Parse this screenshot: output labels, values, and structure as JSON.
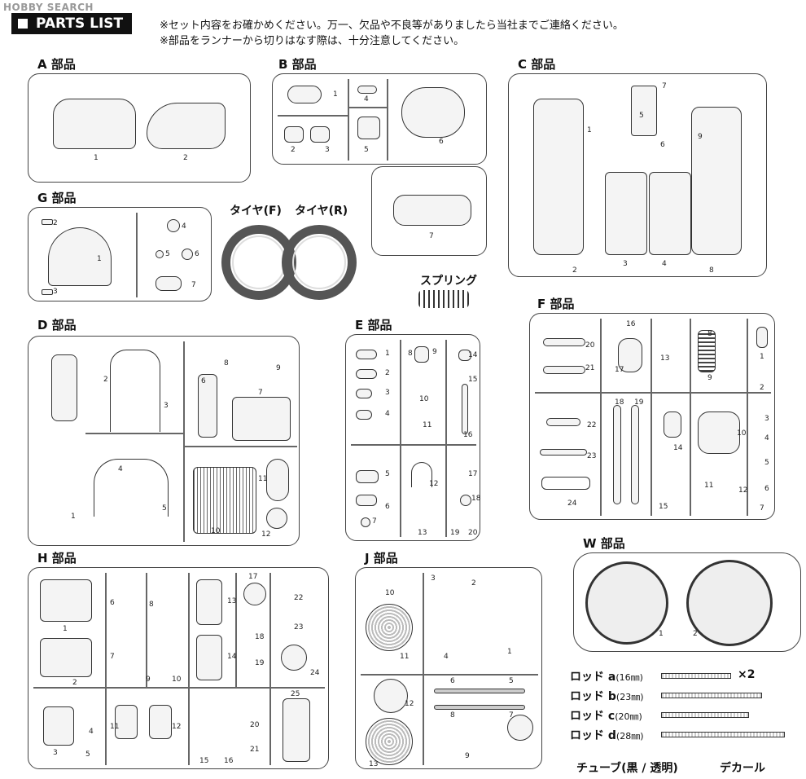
{
  "watermark": "HOBBY SEARCH",
  "title": "PARTS LIST",
  "notes": [
    "※セット内容をお確かめください。万一、欠品や不良等がありましたら当社までご連絡ください。",
    "※部品をランナーから切りはなす際は、十分注意してください。"
  ],
  "sections": {
    "A": {
      "label": "A 部品",
      "parts": [
        "1",
        "2"
      ]
    },
    "B": {
      "label": "B 部品",
      "parts": [
        "1",
        "2",
        "3",
        "4",
        "5",
        "6",
        "7"
      ]
    },
    "C": {
      "label": "C 部品",
      "parts": [
        "1",
        "2",
        "3",
        "4",
        "5",
        "6",
        "7",
        "8",
        "9"
      ]
    },
    "G": {
      "label": "G 部品",
      "parts": [
        "1",
        "2",
        "3",
        "4",
        "5",
        "6",
        "7"
      ]
    },
    "D": {
      "label": "D 部品",
      "parts": [
        "1",
        "2",
        "3",
        "4",
        "5",
        "6",
        "7",
        "8",
        "9",
        "10",
        "11",
        "12"
      ]
    },
    "E": {
      "label": "E 部品",
      "parts": [
        "1",
        "2",
        "3",
        "4",
        "5",
        "6",
        "7",
        "8",
        "9",
        "10",
        "11",
        "12",
        "13",
        "14",
        "15",
        "16",
        "17",
        "18",
        "19",
        "20"
      ]
    },
    "F": {
      "label": "F 部品",
      "parts": [
        "1",
        "2",
        "3",
        "4",
        "5",
        "6",
        "7",
        "8",
        "9",
        "10",
        "11",
        "12",
        "13",
        "14",
        "15",
        "16",
        "17",
        "18",
        "19",
        "20",
        "21",
        "22",
        "23",
        "24"
      ]
    },
    "H": {
      "label": "H 部品",
      "parts": [
        "1",
        "2",
        "3",
        "4",
        "5",
        "6",
        "7",
        "8",
        "9",
        "10",
        "11",
        "12",
        "13",
        "14",
        "15",
        "16",
        "17",
        "18",
        "19",
        "20",
        "21",
        "22",
        "23",
        "24",
        "25"
      ]
    },
    "J": {
      "label": "J 部品",
      "parts": [
        "1",
        "2",
        "3",
        "4",
        "5",
        "6",
        "7",
        "8",
        "9",
        "10",
        "11",
        "12",
        "13"
      ]
    },
    "W": {
      "label": "W 部品",
      "parts": [
        "1",
        "2"
      ]
    }
  },
  "tires": {
    "front": "タイヤ(F)",
    "rear": "タイヤ(R)"
  },
  "spring": "スプリング",
  "rods": [
    {
      "label": "ロッド a",
      "size": "(16㎜)",
      "qty": "×2"
    },
    {
      "label": "ロッド b",
      "size": "(23㎜)",
      "qty": ""
    },
    {
      "label": "ロッド c",
      "size": "(20㎜)",
      "qty": ""
    },
    {
      "label": "ロッド d",
      "size": "(28㎜)",
      "qty": ""
    }
  ],
  "tube": "チューブ(黒 / 透明)",
  "decal": "デカール"
}
